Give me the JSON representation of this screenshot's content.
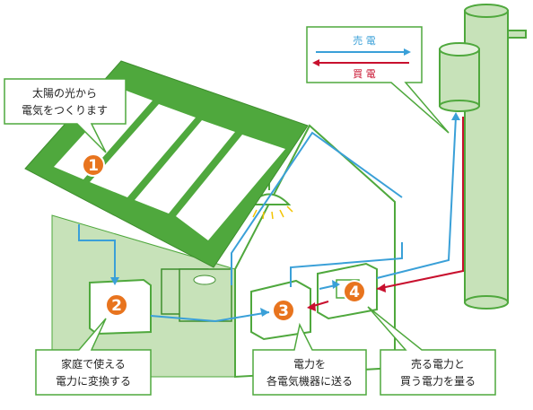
{
  "callouts": {
    "solar": {
      "line1": "太陽の光から",
      "line2": "電気をつくります"
    },
    "inverter": {
      "line1": "家庭で使える",
      "line2": "電力に変換する"
    },
    "distribution": {
      "line1": "電力を",
      "line2": "各電気機器に送る"
    },
    "meter": {
      "line1": "売る電力と",
      "line2": "買う電力を量る"
    }
  },
  "legend": {
    "sell_label": "売 電",
    "buy_label": "買 電"
  },
  "markers": [
    "1",
    "2",
    "3",
    "4"
  ],
  "colors": {
    "green": "#4fa83d",
    "green_dark": "#3e8e2e",
    "green_light": "#c7e2b9",
    "blue_line": "#3aa0d8",
    "red_line": "#c8102e",
    "marker_orange": "#e8741e"
  }
}
